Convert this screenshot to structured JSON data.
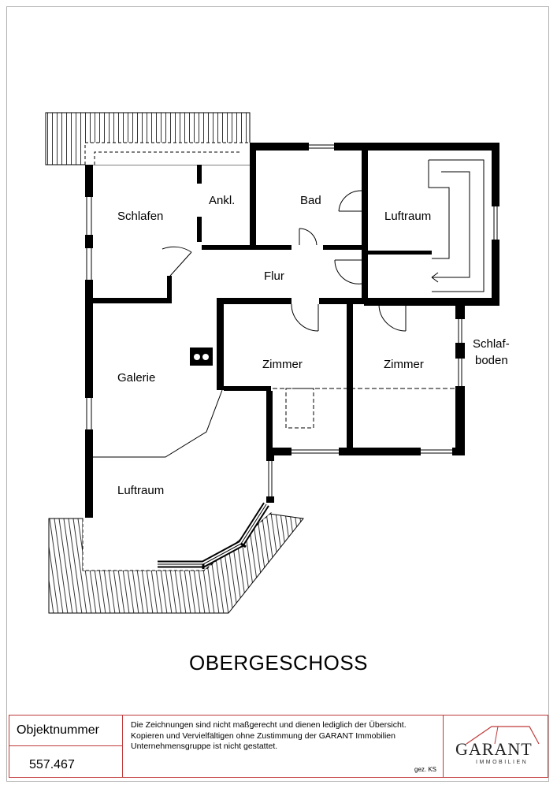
{
  "plan": {
    "rooms": {
      "schlafen": "Schlafen",
      "ankl": "Ankl.",
      "bad": "Bad",
      "luftraum_top": "Luftraum",
      "flur": "Flur",
      "zimmer_left": "Zimmer",
      "zimmer_right": "Zimmer",
      "schlafboden_1": "Schlaf-",
      "schlafboden_2": "boden",
      "galerie": "Galerie",
      "luftraum_bottom": "Luftraum"
    },
    "floor_title": "OBERGESCHOSS"
  },
  "info": {
    "object_label": "Objektnummer",
    "object_number": "557.467",
    "notice_line1": "Die Zeichnungen sind nicht maßgerecht und dienen lediglich der Übersicht.",
    "notice_line2": "Kopieren und Vervielfältigen ohne Zustimmung der GARANT Immobilien",
    "notice_line3": "Unternehmensgruppe ist nicht gestattet.",
    "drawn_by": "gez. KS",
    "logo_name": "GARANT",
    "logo_sub": "IMMOBILIEN",
    "brand_color": "#c03a3a"
  }
}
